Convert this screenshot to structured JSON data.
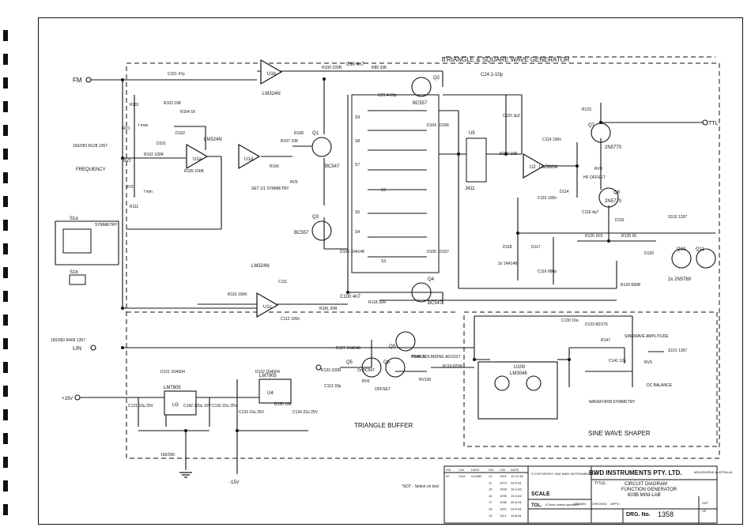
{
  "sections": {
    "triangle_square": "TRIANGLE & SQUARE WAVE GENERATOR",
    "triangle_buffer": "TRIANGLE BUFFER",
    "sine_shaper": "SINE WAVE SHAPER"
  },
  "inputs": {
    "fm": "FM",
    "lin": "LIN",
    "lin_ref": "160/283 R406 1357",
    "plus15": "+15V",
    "minus15": "-15V",
    "ttl": "TTL",
    "frequency": "FREQUENCY",
    "freq_ref": "160/283 R128 1357"
  },
  "ics": {
    "u1a": "U1a",
    "u1b": "U1b",
    "u1c": "U1c",
    "u1d": "U1d",
    "lm324": "LM324N",
    "u2": "U2",
    "lm360": "LM360M",
    "u3": "U3",
    "lm7805": "LM7805",
    "u4": "U4",
    "lm7905": "LM7905",
    "u5": "U5",
    "j411": "J411",
    "u100": "U100",
    "lm3046": "LM3046"
  },
  "transistors": {
    "q1": "Q1",
    "q1_type": "BC547",
    "q2": "Q2",
    "q2_type": "BC557",
    "q3": "Q3",
    "q3_type": "BC557",
    "q4": "Q4",
    "q4_type": "BC547",
    "q5": "Q5",
    "q5_type": "2x BC547",
    "q6": "Q6",
    "q7": "Q7",
    "q7_type": "2N5770",
    "q8": "Q8",
    "q8_type": "2N5770",
    "q9": "Q9",
    "q9_type": "PN4121",
    "q10": "Q10",
    "q11": "Q11",
    "q10_type": "2x 2N5769"
  },
  "resistors": {
    "r100": "R100 220R",
    "r101": "R101",
    "r102": "R102 100K",
    "r103": "R103 10K",
    "r104": "R104 1K",
    "r105": "R105 100K",
    "r106": "R106",
    "r107": "R107 10K",
    "r108": "R108",
    "r111": "R111",
    "r116": "R116 100K",
    "r118": "R118 33R",
    "r119": "R119 820R",
    "r123": "R123",
    "r124": "R124 10R",
    "r125": "R125 1K",
    "r126": "R126 1K5",
    "r129": "R129 680R",
    "r133": "R133 330R",
    "r147": "R147",
    "r85": "R85 33K",
    "r181": "R181 20R",
    "r150": "R150 10K"
  },
  "capacitors": {
    "c99": "C99 4n7",
    "c100": "C100 4n7",
    "c101": "C101 47p",
    "c24": "C24 2-10p",
    "c120": "C120 3p3",
    "c114": "C114 100n",
    "c115": "C115 100n",
    "c118": "C118 4p7",
    "c116": "C116 680p",
    "c111": "C111",
    "c112": "C112 100n",
    "c113": "C113 33p",
    "c130": "C130 10u",
    "c131": "C131 10u 25V",
    "c142": "C142 220u 10V",
    "c132": "C132 22u 25V",
    "c133": "C133 10u 25V",
    "c134": "C134 22u 25V",
    "c141": "C141 12p",
    "cz1": "CZ1 4-20p"
  },
  "diodes": {
    "d101": "D101",
    "d102": "D102",
    "d103": "D103 1N4148",
    "d104": "D104",
    "d105": "D105",
    "d106": "D106",
    "d107": "D107",
    "d114": "D114",
    "d115": "D115",
    "d117": "D117",
    "d118": "D118",
    "d120": "D120",
    "d121": "D121 1N4004",
    "d122": "D122 1N4004",
    "d123": "D123 BZX79",
    "d127": "D127 1N4148",
    "diode_pair": "2x 1N4148"
  },
  "switches": {
    "s1a": "S1a",
    "s1b": "S1b",
    "symmetry": "SYMMETRY",
    "s3": "S3",
    "s4": "S4",
    "s5": "S5",
    "s6": "S6",
    "s7": "S7",
    "s8": "S8",
    "s9": "S9",
    "s101": "S101 1357",
    "s102": "S102 1357"
  },
  "adjustments": {
    "rv1": "RV1",
    "rv2": "RV2",
    "rv3": "RV3",
    "rv5": "RV5",
    "rv6": "RV6",
    "rv8": "RV8",
    "rv9": "RV9",
    "rv106": "RV106",
    "set_sym": "SET 1/1 SYMMETRY",
    "hf_offset": "HF OFFSET",
    "peak_rounding": "PEAK ROUNDING ADJUST",
    "offset": "OFFSET",
    "waveform_sym": "WAVEFORM SYMMETRY",
    "sine_amp": "SINEWAVE AMPLITUDE",
    "dc_balance": "DC BALANCE",
    "f_max": "f max",
    "f_min": "f min"
  },
  "notes": {
    "sot": "*SOT - Select on test",
    "ref_160_266": "160/266"
  },
  "title_block": {
    "company": "BWD INSTRUMENTS PTY. LTD.",
    "location": "MELBOURNE AUSTRALIA",
    "copyright": "© COPYRIGHT 1981 BWD INSTRUMENTS P/L",
    "title_label": "TITLE:",
    "title_line1": "CIRCUIT DIAGRAM",
    "title_line2": "FUNCTION GENERATOR",
    "title_line3": "603B MINI-LAB",
    "scale_label": "SCALE",
    "tol_label": "TOL.",
    "tol_value": "0.2mm unless specified",
    "drawn_label": "DRAWN",
    "checked_label": "CHECKED",
    "appd_label": "APP'D",
    "drg_label": "DRG. No.",
    "drg_number": "1358",
    "sht_label": "SHT",
    "sht_value": "OF",
    "rev_headers": [
      "ISS",
      "C/N",
      "DATE",
      "ISS",
      "C/N",
      "DATE"
    ],
    "rev_rows": [
      [
        "20",
        "1144",
        "21/4/82",
        "12",
        "1104",
        "12-10-81"
      ],
      [
        "",
        "",
        "",
        "11",
        "1073",
        "28-9-81"
      ],
      [
        "",
        "",
        "",
        "15",
        "1093",
        "16-3-82"
      ],
      [
        "",
        "",
        "",
        "16",
        "1095",
        "19-3-82"
      ],
      [
        "",
        "",
        "",
        "17",
        "1096",
        "26-8-81"
      ],
      [
        "",
        "",
        "",
        "18",
        "1100",
        "28-9-81"
      ],
      [
        "",
        "",
        "",
        "19",
        "1121",
        "19-8-81"
      ]
    ]
  }
}
